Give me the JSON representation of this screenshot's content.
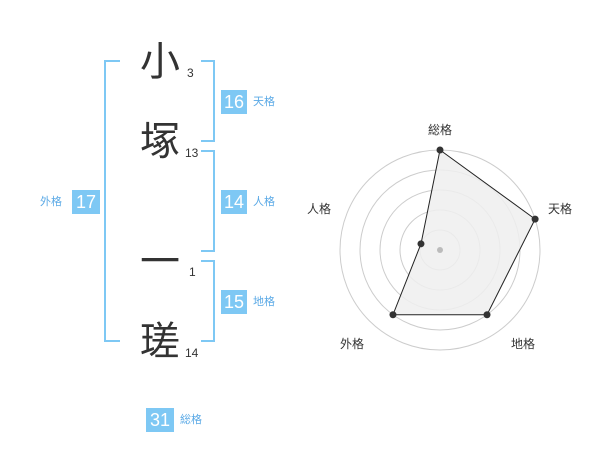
{
  "name_chars": [
    {
      "char": "小",
      "strokes": "3"
    },
    {
      "char": "塚",
      "strokes": "13"
    },
    {
      "char": "一",
      "strokes": "1"
    },
    {
      "char": "瑳",
      "strokes": "14"
    }
  ],
  "kaku": {
    "tenkaku": {
      "value": "16",
      "label": "天格"
    },
    "jinkaku": {
      "value": "14",
      "label": "人格"
    },
    "chikaku": {
      "value": "15",
      "label": "地格"
    },
    "gaikaku": {
      "value": "17",
      "label": "外格"
    },
    "soukaku": {
      "value": "31",
      "label": "総格"
    }
  },
  "chart_data": {
    "type": "radar",
    "axes": [
      "総格",
      "天格",
      "地格",
      "外格",
      "人格"
    ],
    "values": [
      5,
      5,
      4,
      4,
      1
    ],
    "range": [
      0,
      5
    ],
    "rings": 5,
    "colors": {
      "fill": "#eeeeee",
      "line": "#222222",
      "grid": "#cccccc",
      "point": "#333333"
    }
  }
}
